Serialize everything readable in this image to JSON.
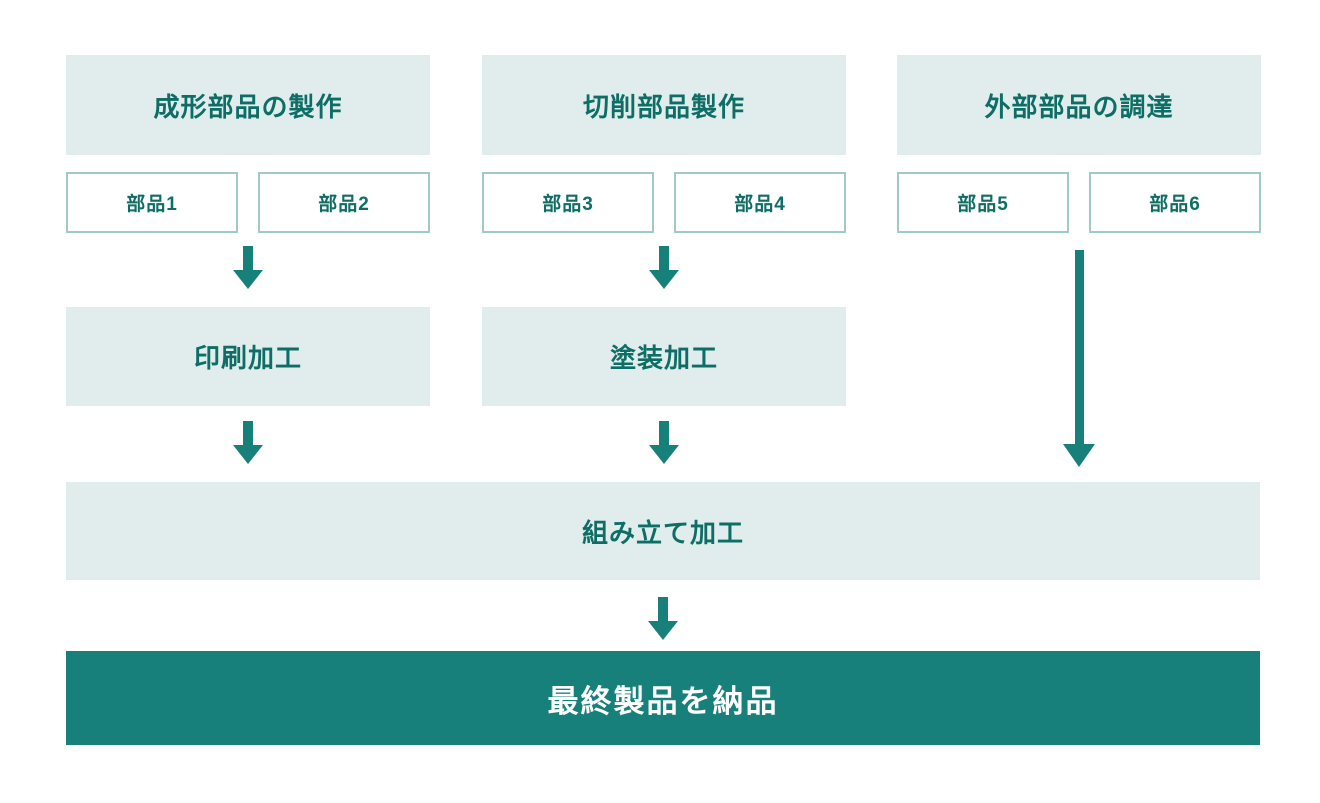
{
  "colors": {
    "accent": "#17807a",
    "box_bg": "#e0edec",
    "box_text": "#0e6e66",
    "part_border": "#9fcac6",
    "final_text": "#ffffff",
    "page_bg": "#ffffff"
  },
  "flowchart": {
    "columns": [
      {
        "header": "成形部品の製作",
        "parts": [
          "部品1",
          "部品2"
        ],
        "process": "印刷加工"
      },
      {
        "header": "切削部品製作",
        "parts": [
          "部品3",
          "部品4"
        ],
        "process": "塗装加工"
      },
      {
        "header": "外部部品の調達",
        "parts": [
          "部品5",
          "部品6"
        ]
      }
    ],
    "assembly": "組み立て加工",
    "final": "最終製品を納品"
  }
}
